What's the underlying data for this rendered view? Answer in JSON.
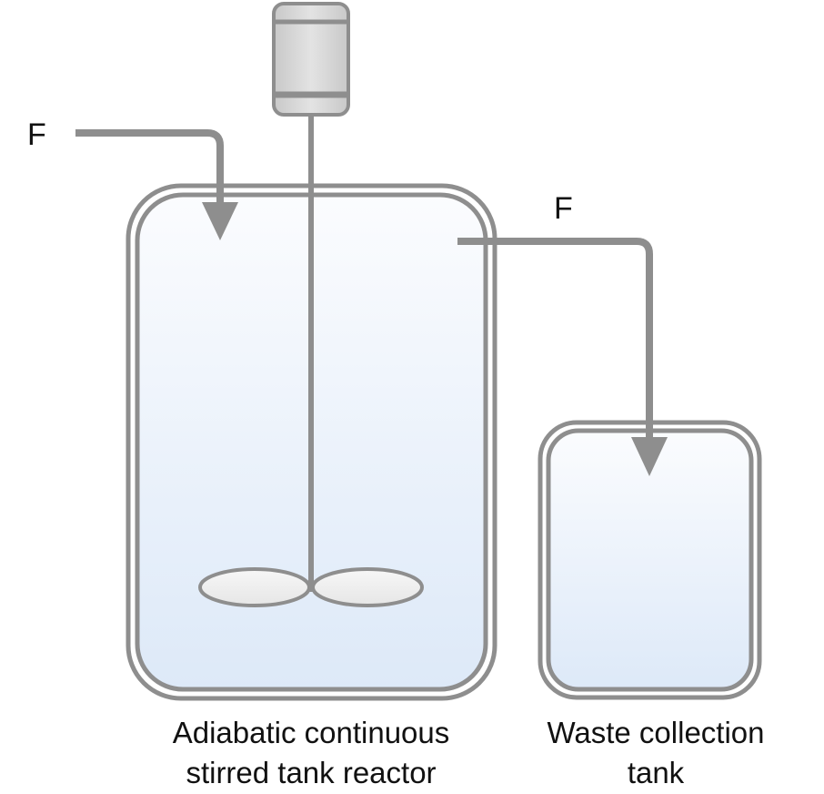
{
  "flows": {
    "inlet_label": "F",
    "outlet_label": "F"
  },
  "reactor": {
    "label_line1": "Adiabatic continuous",
    "label_line2": "stirred tank reactor"
  },
  "waste_tank": {
    "label_line1": "Waste collection",
    "label_line2": "tank"
  },
  "colors": {
    "outline": "#8e8e8e",
    "liquid_top": "#fbfcfe",
    "liquid_bottom": "#dde9f8",
    "motor_body": "#d2d2d2",
    "impeller_fill": "#efefef",
    "text": "#111111"
  }
}
